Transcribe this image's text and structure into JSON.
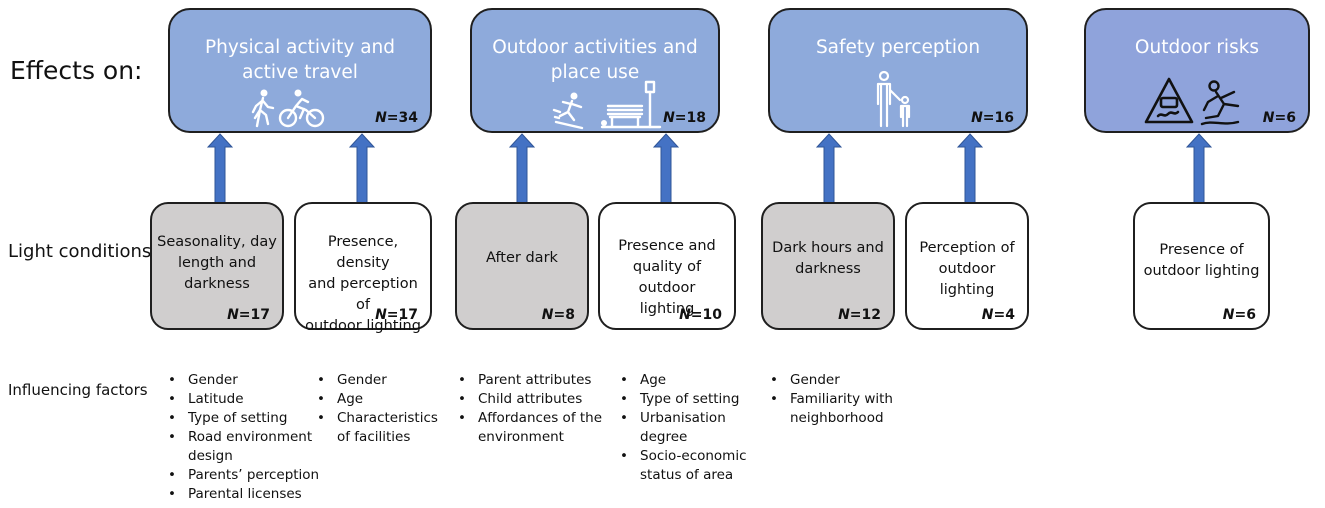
{
  "labels": {
    "effects": "Effects on:",
    "light_conditions": "Light conditions",
    "influencing_factors": "Influencing factors"
  },
  "colors": {
    "effect_fill": "#8eaadb",
    "effect_fill_risks": "#8fa3db",
    "arrow": "#4472c4",
    "condition_gray": "#d0cece",
    "condition_white": "#ffffff"
  },
  "effects": [
    {
      "title_line1": "Physical activity and",
      "title_line2": "active travel",
      "n_label": "N",
      "n_value": "=34",
      "icons": [
        "pedestrian-icon",
        "cyclist-icon"
      ]
    },
    {
      "title_line1": "Outdoor activities and",
      "title_line2": "place use",
      "n_label": "N",
      "n_value": "=18",
      "icons": [
        "skateboarder-icon",
        "park-bench-lamp-icon"
      ]
    },
    {
      "title_line1": "Safety perception",
      "title_line2": "",
      "n_label": "N",
      "n_value": "=16",
      "icons": [
        "parent-child-icon"
      ]
    },
    {
      "title_line1": "Outdoor risks",
      "title_line2": "",
      "n_label": "N",
      "n_value": "=6",
      "icons": [
        "slippery-road-sign-icon",
        "person-slipping-icon"
      ]
    }
  ],
  "conditions": [
    {
      "lines": [
        "Seasonality, day",
        "length and",
        "darkness"
      ],
      "n_label": "N",
      "n_value": "=17",
      "shade": "gray"
    },
    {
      "lines": [
        "Presence, density",
        "and perception of",
        "outdoor lighting"
      ],
      "n_label": "N",
      "n_value": "=17",
      "shade": "white"
    },
    {
      "lines": [
        "After dark"
      ],
      "n_label": "N",
      "n_value": "=8",
      "shade": "gray"
    },
    {
      "lines": [
        "Presence and",
        "quality of outdoor",
        "lighting"
      ],
      "n_label": "N",
      "n_value": "=10",
      "shade": "white"
    },
    {
      "lines": [
        "Dark hours and",
        "darkness"
      ],
      "n_label": "N",
      "n_value": "=12",
      "shade": "gray"
    },
    {
      "lines": [
        "Perception of",
        "outdoor lighting"
      ],
      "n_label": "N",
      "n_value": "=4",
      "shade": "white"
    },
    {
      "lines": [
        "Presence of",
        "outdoor lighting"
      ],
      "n_label": "N",
      "n_value": "=6",
      "shade": "white"
    }
  ],
  "factors": [
    [
      "Gender",
      "Latitude",
      "Type of setting",
      "Road environment design",
      "Parents’ perception",
      "Parental licenses"
    ],
    [
      "Gender",
      "Age",
      "Characteristics of facilities"
    ],
    [
      "Parent attributes",
      "Child attributes",
      "Affordances of the environment"
    ],
    [
      "Age",
      "Type of setting",
      "Urbanisation degree",
      "Socio-economic status of area"
    ],
    [
      "Gender",
      "Familiarity with neighborhood"
    ]
  ]
}
